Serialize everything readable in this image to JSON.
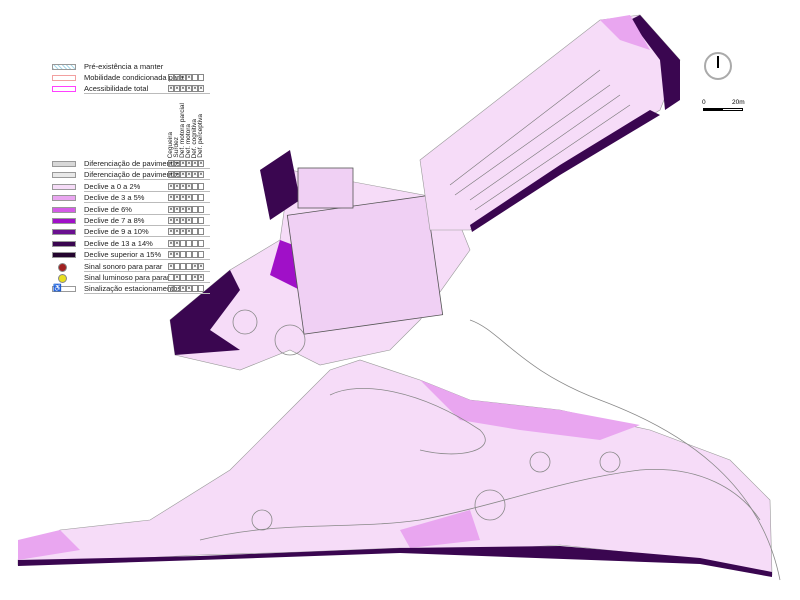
{
  "legend": {
    "top_rows": [
      {
        "label": "Pré-existência a manter",
        "swatch": "#a8d8e8",
        "marks": []
      },
      {
        "label": "Mobilidade condicionada para",
        "swatch": "#f2a0a0",
        "marks": [
          false,
          false,
          true,
          true,
          false,
          false
        ]
      },
      {
        "label": "Acessibilidade total",
        "swatch": "#ff40ff",
        "marks": [
          true,
          true,
          true,
          true,
          true,
          true
        ]
      }
    ],
    "column_headers": [
      "Cegueira",
      "Surdez",
      "Def. motora parcial",
      "Def. motora",
      "Def. cognitiva",
      "Def. perceptiva"
    ],
    "rows": [
      {
        "label": "Diferenciação de pavimentos",
        "swatch": "#d8d8d8",
        "marks": [
          true,
          true,
          true,
          true,
          true,
          true
        ]
      },
      {
        "label": "Diferenciação de pavimentos",
        "swatch": "#e8e8e8",
        "marks": [
          true,
          true,
          true,
          true,
          true,
          true
        ]
      },
      {
        "label": "Declive a 0 a 2%",
        "swatch": "#f6dcf8",
        "marks": [
          true,
          true,
          true,
          true,
          false,
          false
        ]
      },
      {
        "label": "Declive de 3 a 5%",
        "swatch": "#e9a6f0",
        "marks": [
          true,
          true,
          true,
          true,
          false,
          false
        ]
      },
      {
        "label": "Declive de 6%",
        "swatch": "#d45ce6",
        "marks": [
          true,
          true,
          true,
          true,
          false,
          false
        ]
      },
      {
        "label": "Declive de 7 a 8%",
        "swatch": "#a010c8",
        "marks": [
          true,
          true,
          true,
          true,
          false,
          false
        ]
      },
      {
        "label": "Declive de 9 a 10%",
        "swatch": "#6a1090",
        "marks": [
          true,
          true,
          true,
          true,
          false,
          false
        ]
      },
      {
        "label": "Declive de 13 a 14%",
        "swatch": "#3a0650",
        "marks": [
          true,
          true,
          false,
          false,
          false,
          false
        ]
      },
      {
        "label": "Declive superior a 15%",
        "swatch": "#24042e",
        "marks": [
          true,
          true,
          false,
          false,
          false,
          false
        ]
      },
      {
        "label": "Sinal sonoro para parar",
        "icon_color": "#a02020",
        "marks": [
          true,
          false,
          false,
          false,
          true,
          true
        ]
      },
      {
        "label": "Sinal luminoso para parar",
        "icon_color": "#e8e020",
        "marks": [
          false,
          true,
          false,
          false,
          true,
          true
        ]
      },
      {
        "label": "Sinalização  estacionamentos",
        "icon": "wheelchair-icon",
        "marks": [
          false,
          false,
          true,
          true,
          false,
          false
        ]
      }
    ]
  },
  "scale": {
    "start": "0",
    "end": "20m"
  },
  "colors": {
    "light": "#f6dcf8",
    "mid": "#e9a6f0",
    "strong": "#a010c8",
    "dark": "#3a0650"
  }
}
